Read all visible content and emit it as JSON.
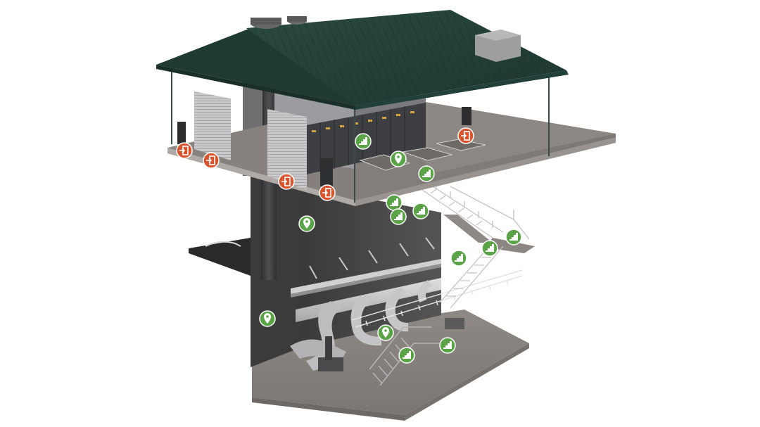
{
  "scene": {
    "name": "substation-cutaway-model",
    "colors": {
      "background": "#ffffff",
      "roof": "#24423a",
      "roof_dark": "#1a2f2a",
      "slab": "#a09a95",
      "slab_top": "#8b8581",
      "wall": "#4a4a4b",
      "wall_dark": "#3b3b3c",
      "floor": "#8a8480",
      "cabinet": "#414244",
      "duct": "#c9c9cb",
      "steel": "#b8b8ba",
      "exit_marker": "#d9532c",
      "info_marker": "#5aa447"
    }
  },
  "markers": {
    "exit": [
      {
        "id": "exit-1",
        "icon": "exit-door-icon"
      },
      {
        "id": "exit-2",
        "icon": "exit-door-icon"
      },
      {
        "id": "exit-3",
        "icon": "exit-door-icon"
      },
      {
        "id": "exit-4",
        "icon": "exit-door-icon"
      },
      {
        "id": "exit-5",
        "icon": "exit-door-icon"
      }
    ],
    "info": [
      {
        "id": "stairs-1",
        "icon": "stairs-icon"
      },
      {
        "id": "location-1",
        "icon": "location-pin-icon"
      },
      {
        "id": "stairs-2",
        "icon": "stairs-icon"
      },
      {
        "id": "stairs-3",
        "icon": "stairs-icon"
      },
      {
        "id": "stairs-4",
        "icon": "stairs-icon"
      },
      {
        "id": "stairs-5",
        "icon": "stairs-icon"
      },
      {
        "id": "location-2",
        "icon": "location-pin-icon"
      },
      {
        "id": "stairs-6",
        "icon": "stairs-icon"
      },
      {
        "id": "stairs-7",
        "icon": "stairs-icon"
      },
      {
        "id": "stairs-8",
        "icon": "stairs-icon"
      },
      {
        "id": "location-3",
        "icon": "location-pin-icon"
      },
      {
        "id": "location-4",
        "icon": "location-pin-icon"
      },
      {
        "id": "stairs-9",
        "icon": "stairs-icon"
      },
      {
        "id": "stairs-10",
        "icon": "stairs-icon"
      }
    ]
  }
}
